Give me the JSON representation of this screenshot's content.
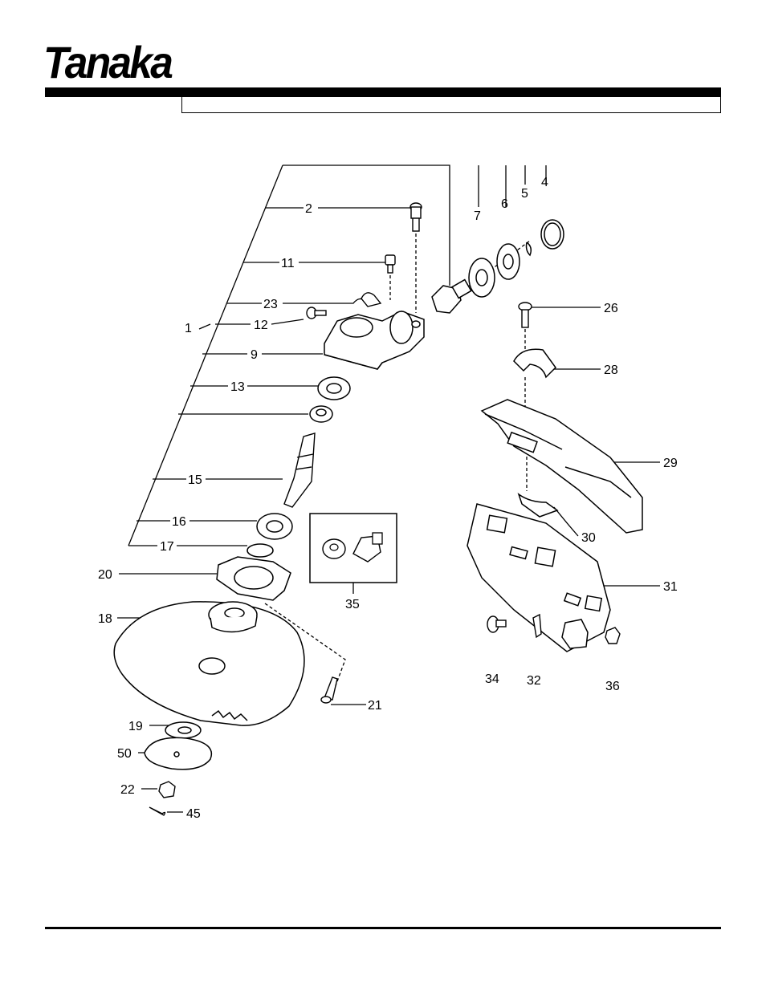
{
  "header": {
    "brand": "Tanaka",
    "registered_mark": "®",
    "title_text": ""
  },
  "diagram": {
    "part_labels": [
      "1",
      "2",
      "4",
      "5",
      "6",
      "7",
      "9",
      "11",
      "12",
      "13",
      "15",
      "16",
      "17",
      "18",
      "19",
      "20",
      "21",
      "22",
      "23",
      "26",
      "28",
      "29",
      "30",
      "31",
      "32",
      "34",
      "35",
      "36",
      "45",
      "50"
    ]
  }
}
